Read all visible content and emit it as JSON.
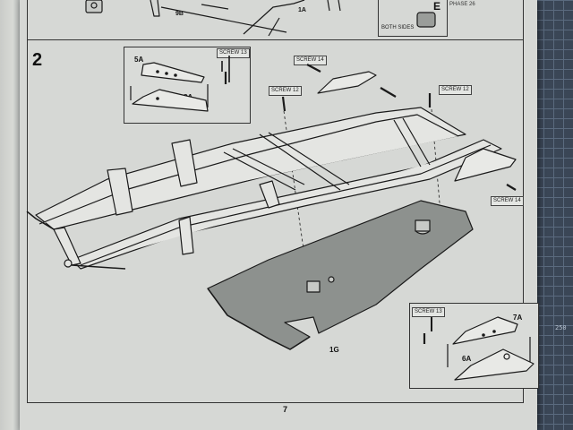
{
  "page": {
    "step_number": "2",
    "page_number": "7"
  },
  "top_panel": {
    "part_9b": "9B",
    "part_1a": "1A",
    "phase_letter": "E",
    "phase_text": "PHASE 26",
    "both_sides": "BOTH SIDES"
  },
  "inset_top_left": {
    "part_5a": "5A",
    "part_8a": "8A",
    "screw_label": "SCREW 13"
  },
  "main": {
    "screw_14_top": "SCREW 14",
    "screw_12_left": "SCREW 12",
    "screw_12_right": "SCREW 12",
    "screw_14_right": "SCREW 14",
    "part_1g": "1G"
  },
  "inset_bottom_right": {
    "screw_label": "SCREW 13",
    "part_7a": "7A",
    "part_6a": "6A"
  },
  "mat": {
    "ruler_text": "250"
  }
}
